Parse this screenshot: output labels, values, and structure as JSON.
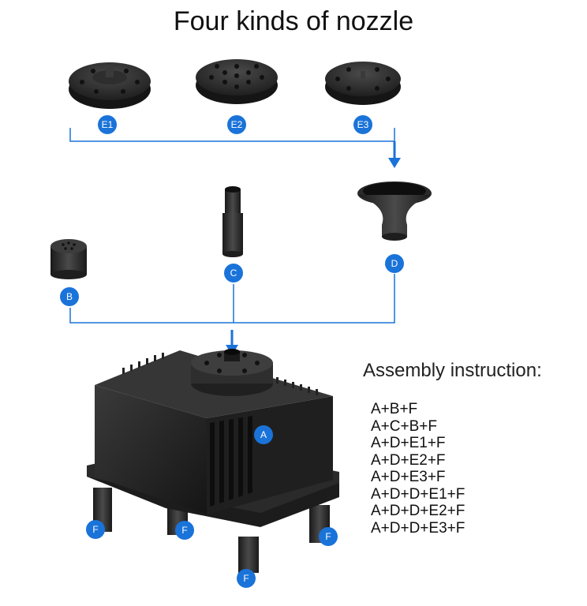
{
  "title": "Four kinds of nozzle",
  "colors": {
    "accent": "#1a73d9",
    "part": "#2b2b2b",
    "part_light": "#4a4a4a"
  },
  "badges": {
    "e1": "E1",
    "e2": "E2",
    "e3": "E3",
    "a": "A",
    "b": "B",
    "c": "C",
    "d": "D",
    "f": "F"
  },
  "assembly": {
    "heading": "Assembly instruction:",
    "items": [
      "A+B+F",
      "A+C+B+F",
      "A+D+E1+F",
      "A+D+E2+F",
      "A+D+E3+F",
      "A+D+D+E1+F",
      "A+D+D+E2+F",
      "A+D+D+E3+F"
    ]
  }
}
